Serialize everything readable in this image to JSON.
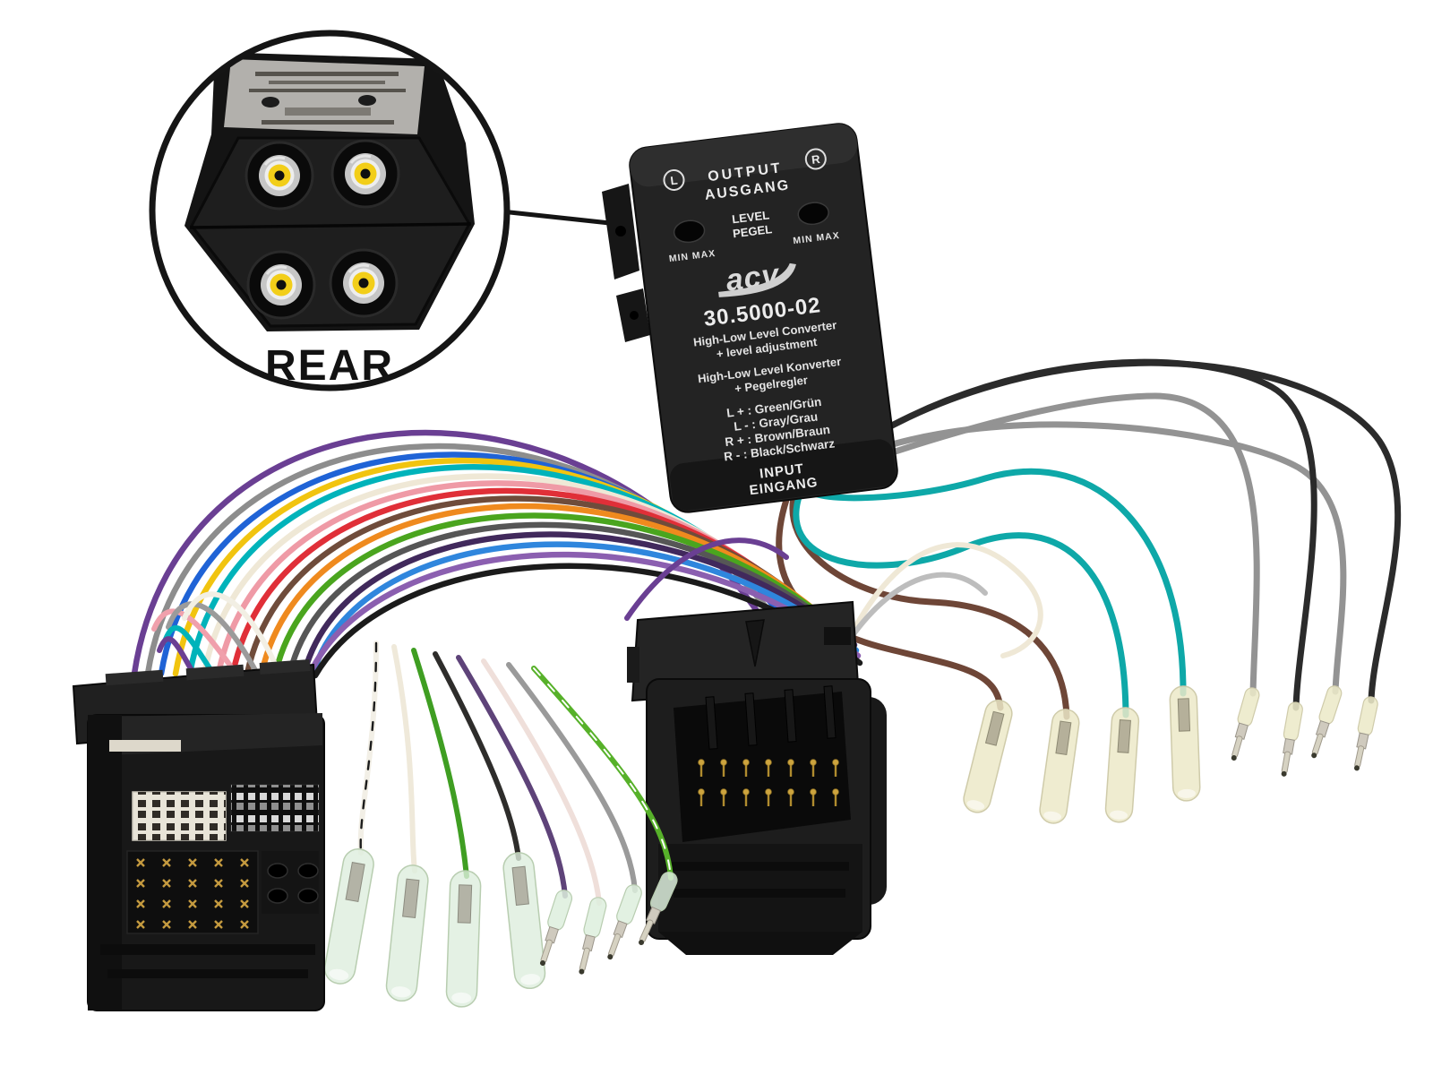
{
  "product": {
    "inset_label": "REAR",
    "converter": {
      "channel_left": "L",
      "channel_right": "R",
      "output_en": "OUTPUT",
      "output_de": "AUSGANG",
      "level_en": "LEVEL",
      "level_de": "PEGEL",
      "min_max_left": "MIN MAX",
      "min_max_right": "MIN MAX",
      "brand": "acv",
      "model": "30.5000-02",
      "desc_en_line1": "High-Low Level Converter",
      "desc_en_line2": "+ level adjustment",
      "desc_de_line1": "High-Low Level Konverter",
      "desc_de_line2": "+ Pegelregler",
      "legend": [
        "L + : Green/Grün",
        "L - : Gray/Grau",
        "R + : Brown/Braun",
        "R - : Black/Schwarz"
      ],
      "input_en": "INPUT",
      "input_de": "EINGANG"
    }
  },
  "colors": {
    "background": "#ffffff",
    "rca_yellow": "#f2ce19",
    "wire_teal": "#0ea8a8",
    "wire_gray": "#939393",
    "wire_brown": "#6e4637",
    "wire_black": "#2b2b2b",
    "gold_pin": "#c9a14a",
    "harness": [
      "#6a3f93",
      "#8d8d8d",
      "#1f63d6",
      "#f1c40f",
      "#00b3ba",
      "#efe8d6",
      "#ef9aa6",
      "#e02f38",
      "#6f4c3b",
      "#ef8a1e",
      "#4aa51e",
      "#565656",
      "#41295c",
      "#2f86dd",
      "#8b5fb0",
      "#1b1b1b"
    ],
    "center": [
      "#f2efe6",
      "#efe9da",
      "#3f9e22",
      "#2e2d2b",
      "#5e4379",
      "#efdfda",
      "#9a9a9a",
      "#57b12a"
    ],
    "droop": [
      "#f0a0ac",
      "#9b9b9b",
      "#f2efe4",
      "#00b3ba",
      "#6a3f93"
    ],
    "loops": [
      "#efe8d6",
      "#bdbdbd",
      "#6a3f93"
    ]
  }
}
